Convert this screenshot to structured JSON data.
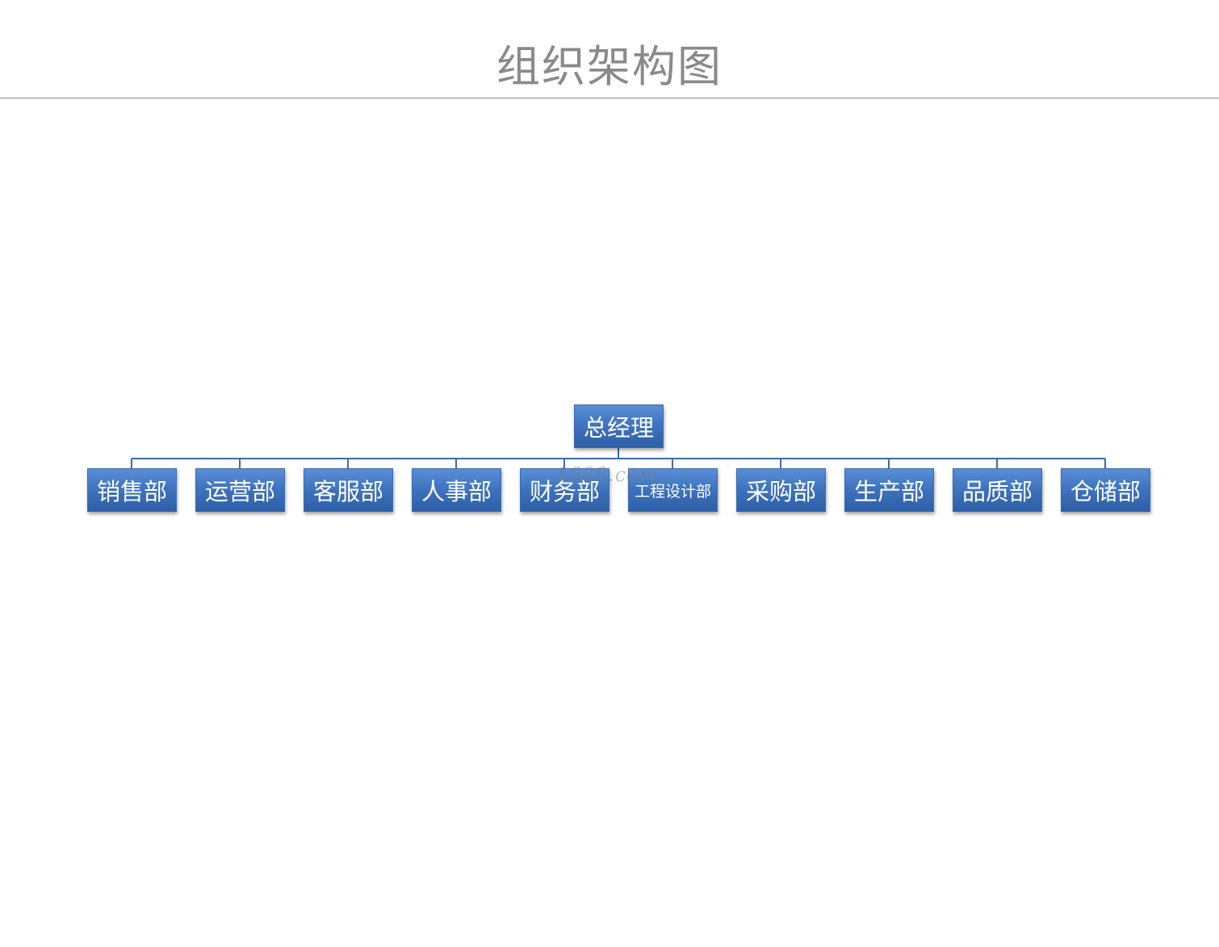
{
  "title": "组织架构图",
  "root": {
    "label": "总经理"
  },
  "departments": [
    {
      "label": "销售部"
    },
    {
      "label": "运营部"
    },
    {
      "label": "客服部"
    },
    {
      "label": "人事部"
    },
    {
      "label": "财务部"
    },
    {
      "label": "工程设计部"
    },
    {
      "label": "采购部"
    },
    {
      "label": "生产部"
    },
    {
      "label": "品质部"
    },
    {
      "label": "仓储部"
    }
  ],
  "watermark": "1688.com",
  "colors": {
    "node_fill": "#3f74c0",
    "connector": "#3a6cb0",
    "title": "#8a8a8a"
  }
}
